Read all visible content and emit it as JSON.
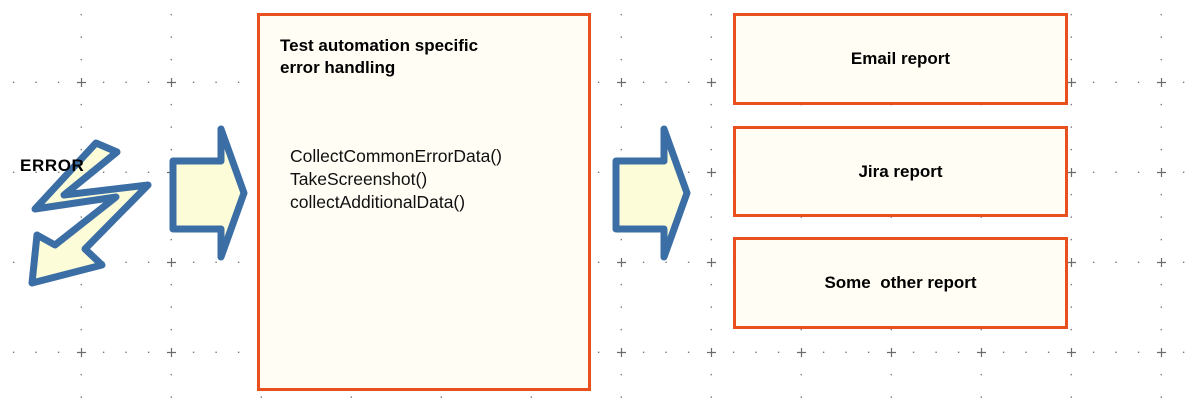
{
  "diagram": {
    "error_label": "ERROR",
    "handler_box": {
      "title_lines": [
        "Test automation specific",
        "error handling"
      ],
      "code_lines": [
        "CollectCommonErrorData()",
        "TakeScreenshot()",
        "collectAdditionalData()"
      ]
    },
    "reports": [
      {
        "label": "Email report"
      },
      {
        "label": "Jira report"
      },
      {
        "label": "Some  other report"
      }
    ],
    "shapes": {
      "bolt": "lightning-bolt-arrow",
      "arrow": "block-arrow-right"
    },
    "colors": {
      "shape_stroke": "#3B6EA5",
      "shape_fill": "#FCFCD9",
      "box_border": "#E8511D",
      "box_fill": "#FFFDF4",
      "grid_dot": "#7A7A7A",
      "text": "#000000"
    }
  }
}
